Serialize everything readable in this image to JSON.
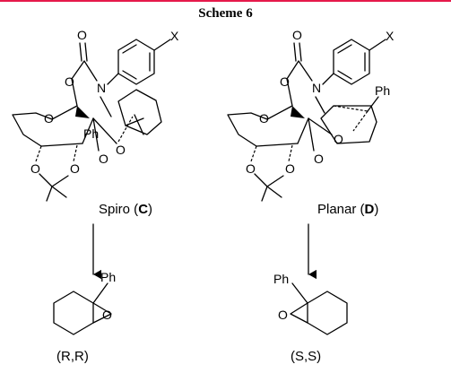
{
  "scheme": {
    "title": "Scheme 6"
  },
  "left": {
    "caption": "Spiro (",
    "caption_bold": "C",
    "caption_end": ")",
    "product_label": "(R,R)",
    "atoms": {
      "o1": "O",
      "o2": "O",
      "n": "N",
      "x": "X",
      "o3": "O",
      "ph": "Ph",
      "o4": "O",
      "o5": "O",
      "o6": "O",
      "o7": "O",
      "pph": "Ph",
      "po": "O"
    }
  },
  "right": {
    "caption": "Planar (",
    "caption_bold": "D",
    "caption_end": ")",
    "product_label": "(S,S)",
    "atoms": {
      "o1": "O",
      "o2": "O",
      "n": "N",
      "x": "X",
      "o3": "O",
      "ph": "Ph",
      "o4": "O",
      "o5": "O",
      "o6": "O",
      "o7": "O",
      "pph": "Ph",
      "po": "O"
    }
  }
}
